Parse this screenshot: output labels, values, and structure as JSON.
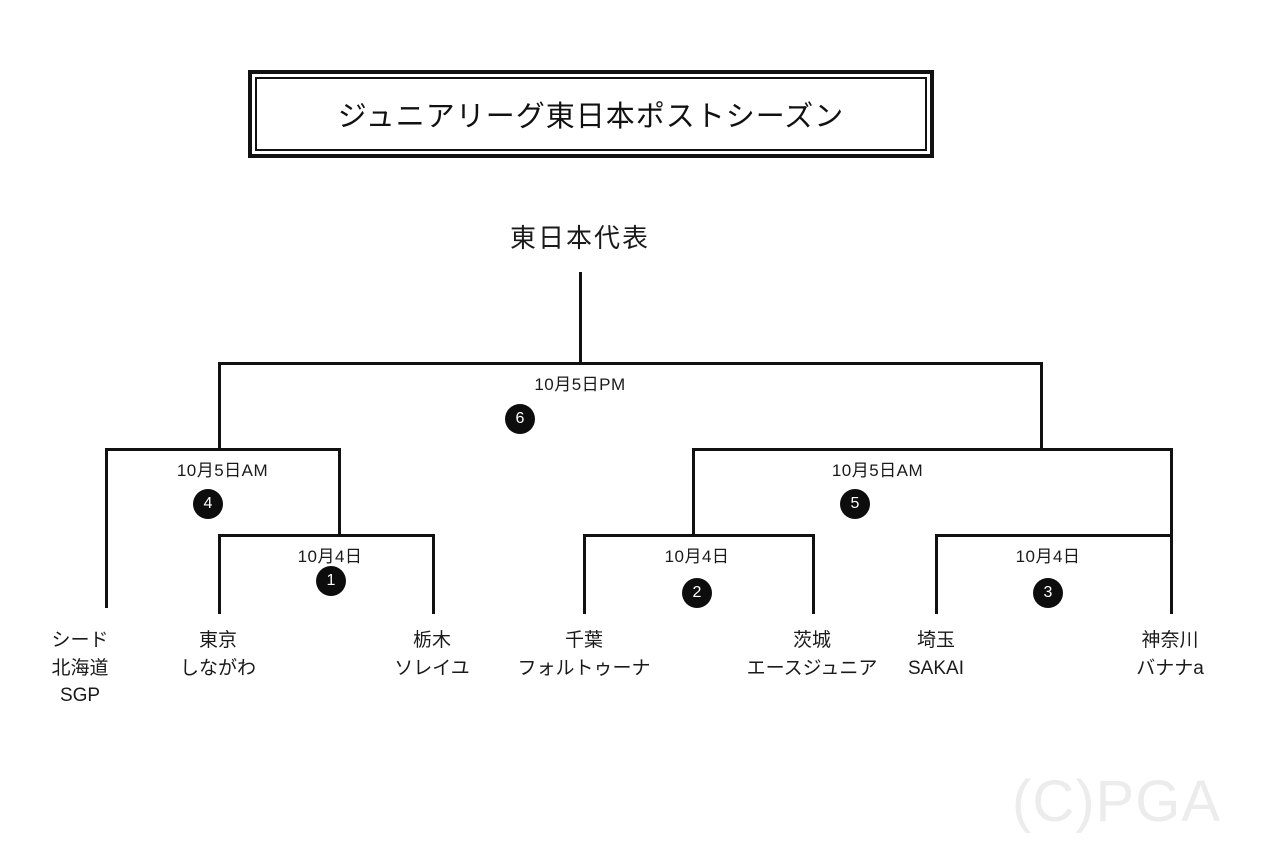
{
  "page": {
    "title": "ジュニアリーグ東日本ポストシーズン",
    "champion_label": "東日本代表",
    "watermark": "(C)PGA"
  },
  "chart_data": {
    "type": "diagram",
    "diagram_type": "single-elimination-bracket",
    "title": "ジュニアリーグ東日本ポストシーズン",
    "root_label": "東日本代表",
    "rounds": [
      {
        "name": "quarterfinal",
        "matches": [
          {
            "number": "1",
            "date": "10月4日"
          },
          {
            "number": "2",
            "date": "10月4日"
          },
          {
            "number": "3",
            "date": "10月4日"
          }
        ]
      },
      {
        "name": "semifinal",
        "matches": [
          {
            "number": "4",
            "date": "10月5日AM"
          },
          {
            "number": "5",
            "date": "10月5日AM"
          }
        ]
      },
      {
        "name": "final",
        "matches": [
          {
            "number": "6",
            "date": "10月5日PM"
          }
        ]
      }
    ]
  },
  "matches": {
    "m1": {
      "date": "10月4日",
      "number": "1"
    },
    "m2": {
      "date": "10月4日",
      "number": "2"
    },
    "m3": {
      "date": "10月4日",
      "number": "3"
    },
    "m4": {
      "date": "10月5日AM",
      "number": "4"
    },
    "m5": {
      "date": "10月5日AM",
      "number": "5"
    },
    "m6": {
      "date": "10月5日PM",
      "number": "6"
    }
  },
  "teams": [
    {
      "id": "seed-hokkaido-sgp",
      "lines": [
        "シード",
        "北海道",
        "SGP"
      ]
    },
    {
      "id": "tokyo-shinagawa",
      "lines": [
        "東京",
        "しながわ"
      ]
    },
    {
      "id": "tochigi-soleil",
      "lines": [
        "栃木",
        "ソレイユ"
      ]
    },
    {
      "id": "chiba-fortuna",
      "lines": [
        "千葉",
        "フォルトゥーナ"
      ]
    },
    {
      "id": "ibaraki-ace-junior",
      "lines": [
        "茨城",
        "エースジュニア"
      ]
    },
    {
      "id": "saitama-sakai",
      "lines": [
        "埼玉",
        "SAKAI"
      ]
    },
    {
      "id": "kanagawa-banana",
      "lines": [
        "神奈川",
        "バナナa"
      ]
    }
  ]
}
